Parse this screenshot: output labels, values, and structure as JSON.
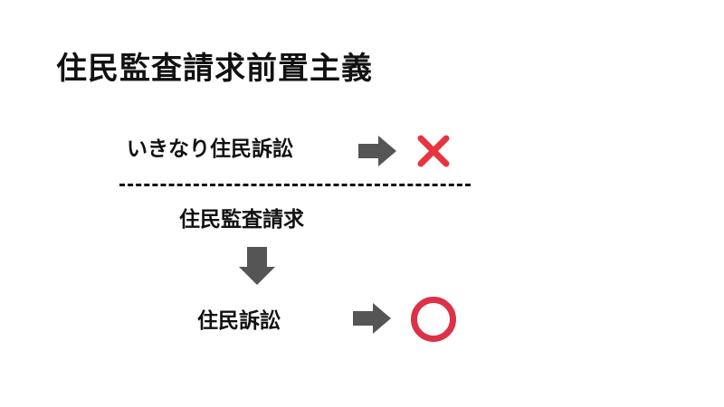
{
  "title": "住民監査請求前置主義",
  "flow": {
    "direct_lawsuit_label": "いきなり住民訴訟",
    "audit_request_label": "住民監査請求",
    "lawsuit_label": "住民訴訟",
    "direct_result_icon": "cross-icon",
    "after_audit_result_icon": "circle-icon"
  },
  "colors": {
    "arrow": "#555555",
    "cross": "#e8343f",
    "circle": "#dc3148",
    "text": "#111111"
  }
}
